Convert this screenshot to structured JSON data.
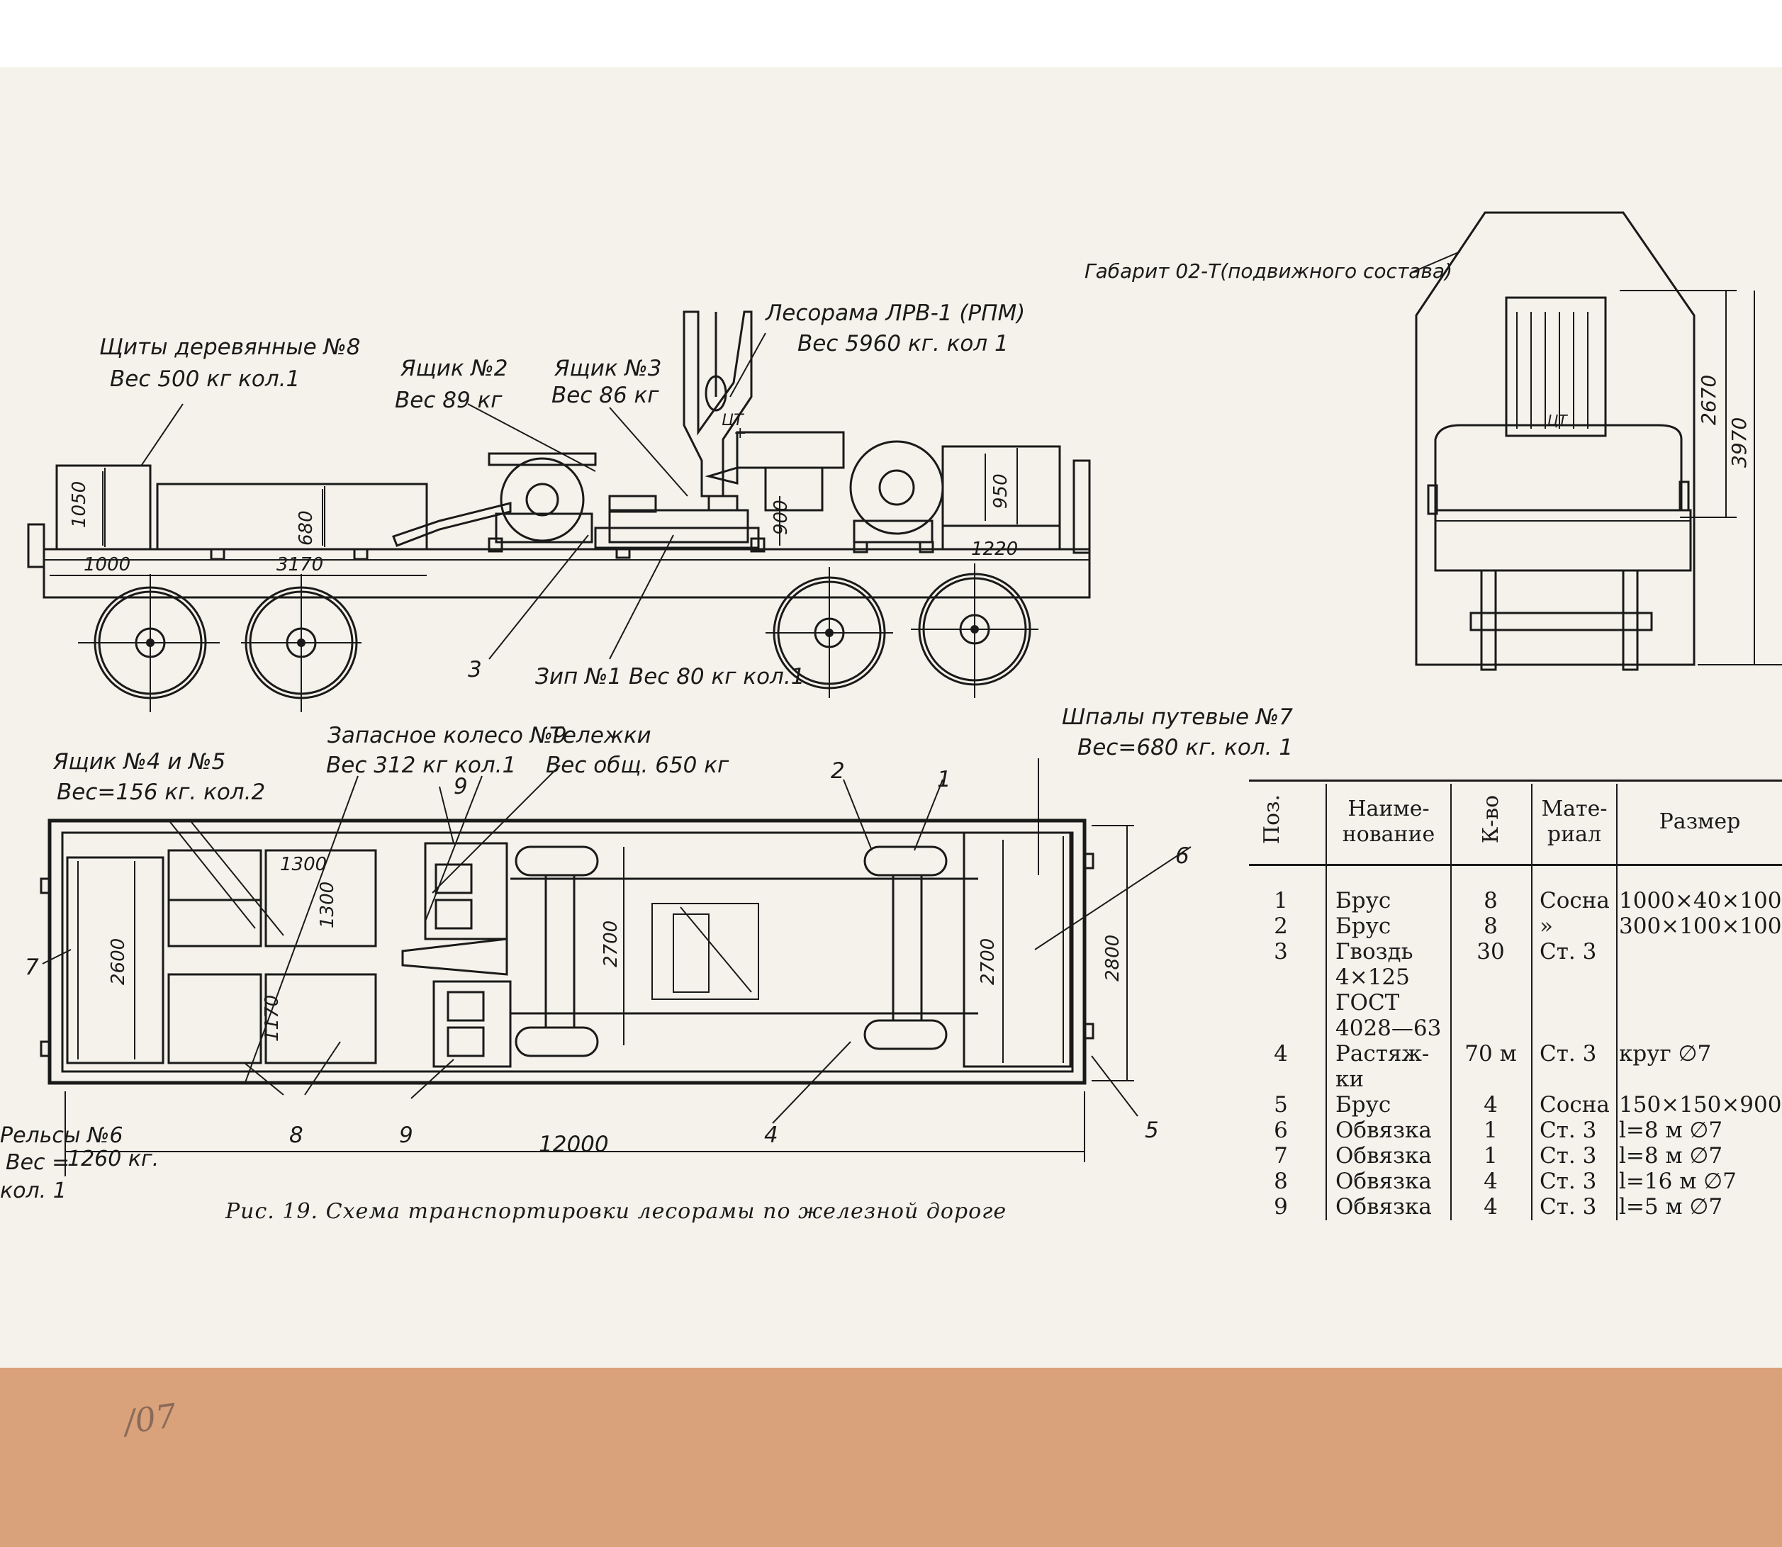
{
  "figure": {
    "caption": "Рис. 19. Схема транспортировки лесорамы по железной дороге",
    "side_view": {
      "labels": {
        "shields": [
          "Щиты деревянные №8",
          "Вес 500 кг  кол.1"
        ],
        "box2": [
          "Ящик №2",
          "Вес 89 кг"
        ],
        "box3": [
          "Ящик №3",
          "Вес 86 кг"
        ],
        "sawframe": [
          "Лесорама ЛРВ-1 (РПМ)",
          "Вес 5960 кг. кол 1"
        ],
        "zip": "Зип №1 Вес 80 кг кол.1",
        "pos3": "3",
        "ct": "ЦТ"
      },
      "dims": {
        "d1050": "1050",
        "d1000": "1000",
        "d680": "680",
        "d3170": "3170",
        "d900": "900",
        "d950": "950",
        "d1220": "1220"
      }
    },
    "gauge_view": {
      "label": "Габарит 02-Т(подвижного состава)",
      "ct": "ЦТ",
      "dims": {
        "d2670": "2670",
        "d3970": "3970"
      }
    },
    "plan_view": {
      "labels": {
        "boxes45": [
          "Ящик №4 и №5",
          "Вес=156 кг. кол.2"
        ],
        "spare_wheel": [
          "Запасное колесо №9",
          "Вес 312 кг  кол.1"
        ],
        "bogies": [
          "Тележки",
          "Вес общ. 650 кг"
        ],
        "sleepers": [
          "Шпалы путевые №7",
          "Вес=680 кг. кол. 1"
        ],
        "rails": [
          "Рельсы  №6",
          "Вес =",
          "1260 кг.",
          "кол. 1"
        ]
      },
      "positions": {
        "p1": "1",
        "p2": "2",
        "p4": "4",
        "p5": "5",
        "p6": "6",
        "p7": "7",
        "p8": "8",
        "p9a": "9",
        "p9b": "9"
      },
      "dims": {
        "d1300a": "1300",
        "d1300b": "1300",
        "d2600": "2600",
        "d1170": "1170",
        "d2700a": "2700",
        "d2700b": "2700",
        "d2800": "2800",
        "d12000": "12000"
      }
    }
  },
  "spec_table": {
    "headers": {
      "poz": "Поз.",
      "name": [
        "Наиме-",
        "нование"
      ],
      "qty": "К-во",
      "material": [
        "Мате-",
        "риал"
      ],
      "size": "Размер"
    },
    "rows": [
      {
        "poz": "1",
        "name": [
          "Брус"
        ],
        "qty": "8",
        "material": "Сосна",
        "size": "1000×40×100"
      },
      {
        "poz": "2",
        "name": [
          "Брус"
        ],
        "qty": "8",
        "material": "»",
        "size": "300×100×100"
      },
      {
        "poz": "3",
        "name": [
          "Гвоздь",
          "4×125",
          "ГОСТ",
          "4028—63"
        ],
        "qty": "30",
        "material": "Ст. 3",
        "size": ""
      },
      {
        "poz": "4",
        "name": [
          "Растяж-",
          "ки"
        ],
        "qty": "70 м",
        "material": "Ст. 3",
        "size": "круг ∅7"
      },
      {
        "poz": "5",
        "name": [
          "Брус"
        ],
        "qty": "4",
        "material": "Сосна",
        "size": "150×150×900"
      },
      {
        "poz": "6",
        "name": [
          "Обвязка"
        ],
        "qty": "1",
        "material": "Ст. 3",
        "size": "l=8 м ∅7"
      },
      {
        "poz": "7",
        "name": [
          "Обвязка"
        ],
        "qty": "1",
        "material": "Ст. 3",
        "size": "l=8 м ∅7"
      },
      {
        "poz": "8",
        "name": [
          "Обвязка"
        ],
        "qty": "4",
        "material": "Ст. 3",
        "size": "l=16 м ∅7"
      },
      {
        "poz": "9",
        "name": [
          "Обвязка"
        ],
        "qty": "4",
        "material": "Ст. 3",
        "size": "l=5 м ∅7"
      }
    ]
  },
  "margin_note": "/07"
}
